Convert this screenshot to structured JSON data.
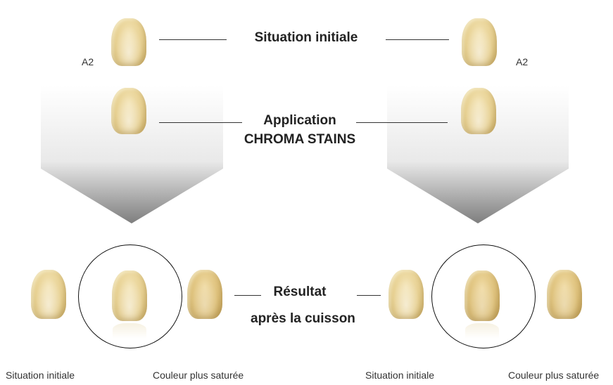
{
  "labels": {
    "situation_initiale": "Situation initiale",
    "application_line1": "Application",
    "application_line2": "CHROMA STAINS",
    "resultat_line1": "Résultat",
    "resultat_line2": "après la cuisson"
  },
  "left": {
    "shade": "A2",
    "bottom_left_caption": "Situation initiale",
    "bottom_right_caption": "Couleur plus saturée"
  },
  "right": {
    "shade": "A2",
    "bottom_left_caption": "Situation initiale",
    "bottom_right_caption": "Couleur plus saturée"
  },
  "colors": {
    "tooth": "#e6cf90",
    "arrow_top": "#ffffff",
    "arrow_bottom": "#8a8a8a"
  }
}
